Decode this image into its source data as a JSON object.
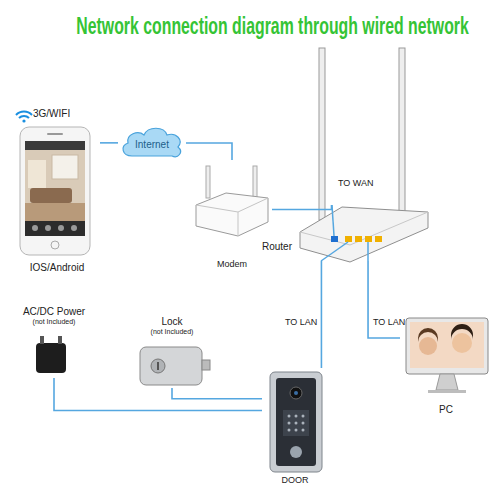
{
  "diagram": {
    "title": "Network connection diagram through wired network",
    "nodes": [
      {
        "text": [
          "3G/WIFI",
          "IOS/Android"
        ]
      },
      {
        "text": [
          "Internet"
        ]
      },
      {
        "text": [
          "Modem"
        ]
      },
      {
        "text": [
          "Router"
        ]
      },
      {
        "text": [
          "AC/DC Power",
          "(not Included)"
        ]
      },
      {
        "text": [
          "Lock",
          "(not Included)"
        ]
      },
      {
        "text": [
          "DOOR"
        ]
      },
      {
        "text": [
          "PC"
        ]
      }
    ],
    "edges": [
      {
        "from": 0,
        "to": 1,
        "arrow": "none"
      },
      {
        "from": 1,
        "to": 2,
        "arrow": "none"
      },
      {
        "from": 2,
        "to": 3,
        "label": "TO WAN",
        "arrow": "none"
      },
      {
        "from": 3,
        "to": 6,
        "label": "TO LAN",
        "arrow": "none"
      },
      {
        "from": 3,
        "to": 7,
        "label": "TO LAN",
        "arrow": "none"
      },
      {
        "from": 4,
        "to": 6,
        "arrow": "none"
      },
      {
        "from": 5,
        "to": 6,
        "arrow": "none"
      }
    ]
  }
}
